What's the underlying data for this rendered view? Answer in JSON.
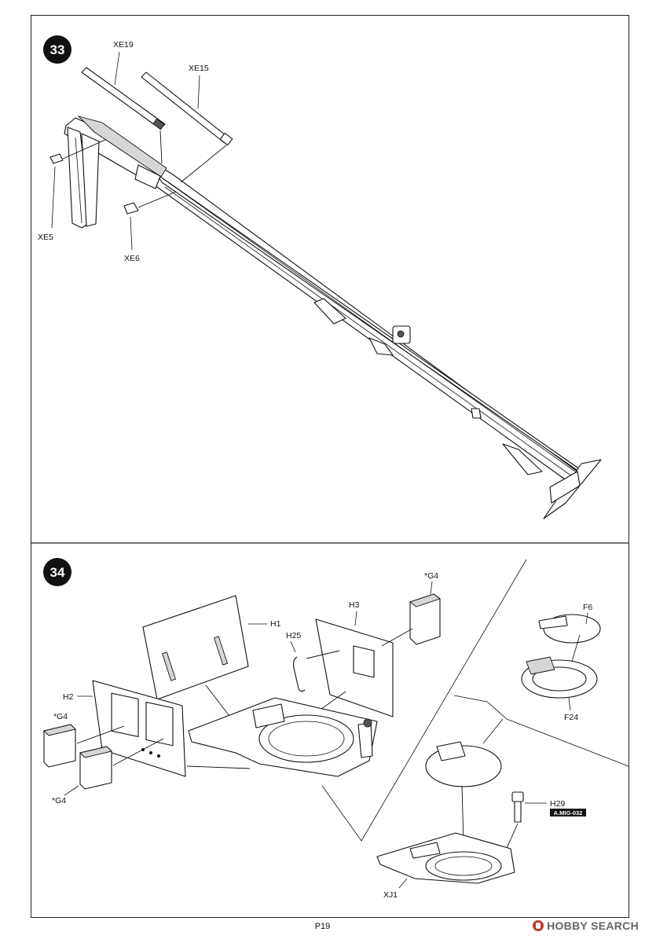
{
  "page": {
    "number": "P19"
  },
  "watermark": {
    "text": "HOBBY SEARCH"
  },
  "steps": [
    {
      "number": "33",
      "parts": [
        "XE19",
        "XE15",
        "XE5",
        "XE6"
      ]
    },
    {
      "number": "34",
      "parts": [
        "*G4",
        "H1",
        "H3",
        "H25",
        "H2",
        "*G4",
        "*G4",
        "F6",
        "F24",
        "H29",
        "XJ1"
      ],
      "paint_tag": "A.MIG-032"
    }
  ]
}
